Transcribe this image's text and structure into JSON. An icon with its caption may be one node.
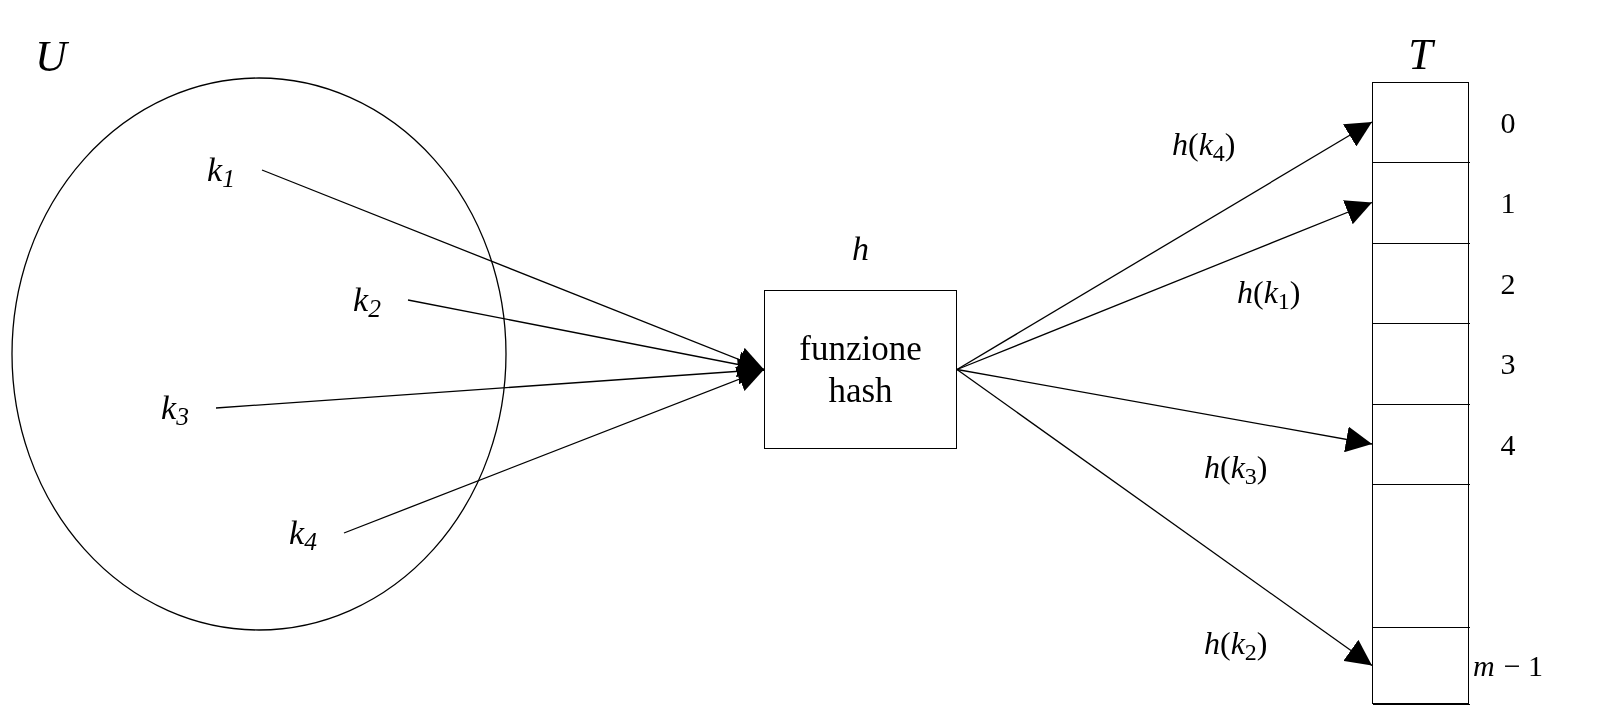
{
  "diagram": {
    "nodes": [
      {
        "text": [
          "U"
        ]
      },
      {
        "text": [
          "*k*$_{1}$"
        ],
        "in": 0
      },
      {
        "text": [
          "*k*$_{2}$"
        ],
        "in": 0
      },
      {
        "text": [
          "*k*$_{3}$"
        ],
        "in": 0
      },
      {
        "text": [
          "*k*$_{4}$"
        ],
        "in": 0
      },
      {
        "text": [
          "h",
          "funzione hash"
        ]
      },
      {
        "text": [
          "T"
        ]
      },
      {
        "text": [],
        "shape": "box",
        "in": 6,
        "beside": [
          "0"
        ]
      },
      {
        "text": [],
        "shape": "box",
        "in": 6,
        "beside": [
          "1"
        ]
      },
      {
        "text": [],
        "shape": "box",
        "in": 6,
        "beside": [
          "2"
        ]
      },
      {
        "text": [],
        "shape": "box",
        "in": 6,
        "beside": [
          "3"
        ]
      },
      {
        "text": [],
        "shape": "box",
        "in": 6,
        "beside": [
          "4"
        ]
      },
      {
        "text": [],
        "shape": "box",
        "in": 6
      },
      {
        "text": [],
        "shape": "box",
        "in": 6,
        "beside": [
          "*m* − 1"
        ]
      }
    ],
    "edges": [
      {
        "from": 1,
        "to": 5,
        "arrow": "to"
      },
      {
        "from": 2,
        "to": 5,
        "arrow": "to"
      },
      {
        "from": 3,
        "to": 5,
        "arrow": "to"
      },
      {
        "from": 4,
        "to": 5,
        "arrow": "to"
      },
      {
        "from": 5,
        "to": 7,
        "arrow": "to",
        "label": "*h*(*k*$_{4}$)"
      },
      {
        "from": 5,
        "to": 8,
        "arrow": "to",
        "label": "*h*(*k*$_{1}$)"
      },
      {
        "from": 5,
        "to": 11,
        "arrow": "to",
        "label": "*h*(*k*$_{3}$)"
      },
      {
        "from": 5,
        "to": 13,
        "arrow": "to",
        "label": "*h*(*k*$_{2}$)"
      }
    ]
  }
}
